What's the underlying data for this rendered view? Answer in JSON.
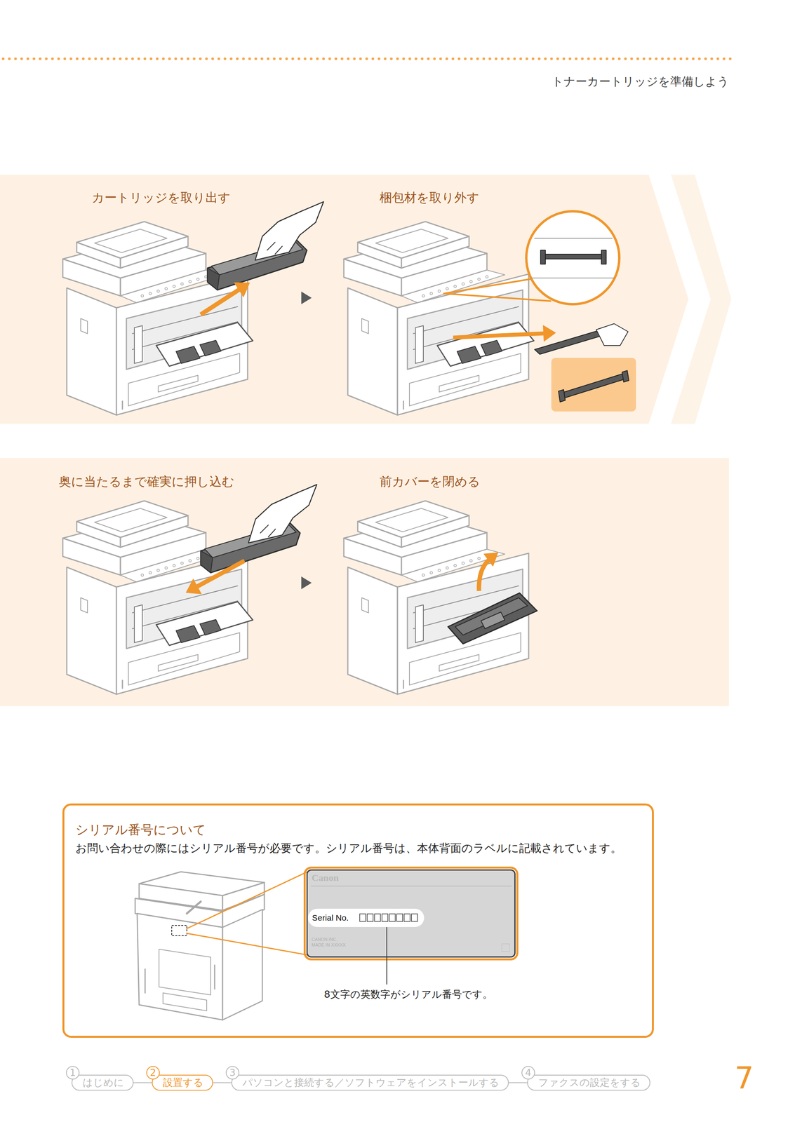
{
  "diagram": {
    "nodes": [
      {
        "text": [
          "カートリッジを取り出す"
        ]
      },
      {
        "text": [
          "梱包材を取り外す"
        ]
      },
      {
        "text": [
          "奥に当たるまで確実に押し込む"
        ]
      },
      {
        "text": [
          "前カバーを閉める"
        ]
      },
      {
        "text": [
          "シリアル番号について",
          "お問い合わせの際にはシリアル番号が必要です。シリアル番号は、本体背面のラベルに記載されています。"
        ]
      },
      {
        "text": [
          "Canon",
          "CANON INC. MADE IN XXXXX"
        ],
        "in": 4
      },
      {
        "text": [
          "Serial No."
        ],
        "in": 5
      },
      {
        "text": [
          "1",
          "はじめに"
        ]
      },
      {
        "text": [
          "2",
          "設置する"
        ]
      },
      {
        "text": [
          "3",
          "パソコンと接続する／ソフトウェアをインストールする"
        ]
      },
      {
        "text": [
          "4",
          "ファクスの設定をする"
        ]
      }
    ],
    "edges": [
      {
        "from": 0,
        "to": 1,
        "arrow": "to"
      },
      {
        "from": 2,
        "to": 3,
        "arrow": "to"
      },
      {
        "from": 7,
        "to": 8,
        "arrow": "none"
      },
      {
        "from": 8,
        "to": 9,
        "arrow": "none"
      },
      {
        "from": 9,
        "to": 10,
        "arrow": "none"
      }
    ],
    "labels": [
      "トナーカートリッジを準備しよう",
      "8文字の英数字がシリアル番号です。",
      "7"
    ]
  }
}
